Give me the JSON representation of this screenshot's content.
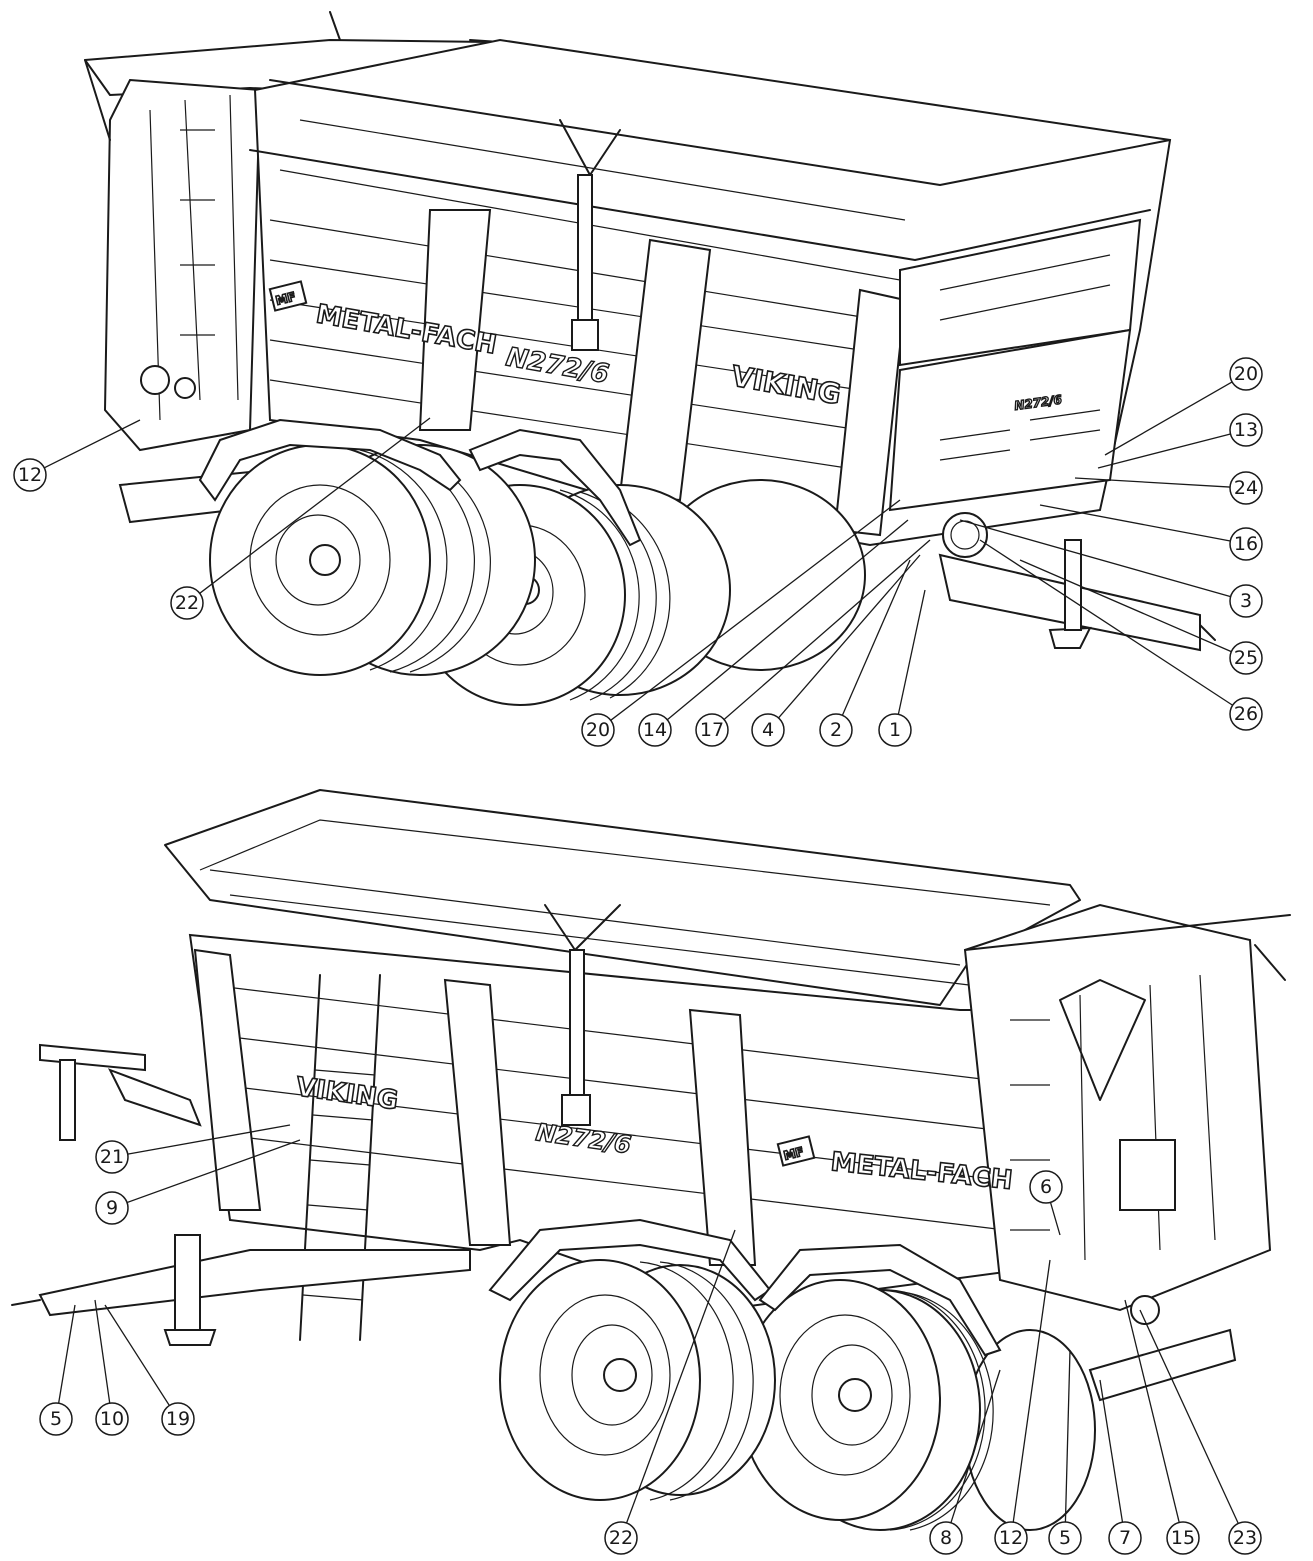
{
  "brand_logo_text": "METAL-FACH",
  "logo_mark": "MF",
  "product_name": "VIKING",
  "model_label": "N272/6",
  "model_label_small": "N272/6",
  "top_view": {
    "callouts": [
      "12",
      "22",
      "20",
      "13",
      "24",
      "16",
      "3",
      "25",
      "26",
      "20",
      "14",
      "17",
      "4",
      "2",
      "1"
    ]
  },
  "bottom_view": {
    "callouts": [
      "21",
      "9",
      "5",
      "10",
      "19",
      "22",
      "6",
      "8",
      "12",
      "5",
      "7",
      "15",
      "23"
    ]
  }
}
